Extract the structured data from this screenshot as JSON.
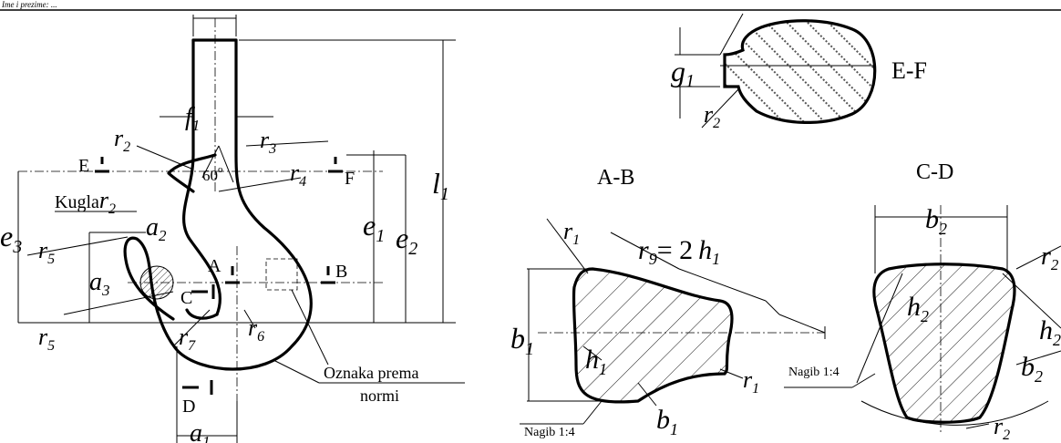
{
  "header": {
    "text": "Ime i prezime: ..."
  },
  "hook": {
    "f1": "f",
    "f1_sub": "1",
    "r2": "r",
    "r2_sub": "2",
    "r3": "r",
    "r3_sub": "3",
    "r4": "r",
    "r4_sub": "4",
    "r5a": "r",
    "r5a_sub": "5",
    "r5b": "r",
    "r5b_sub": "5",
    "r6": "r",
    "r6_sub": "6",
    "r7": "r",
    "r7_sub": "7",
    "l1": "l",
    "l1_sub": "1",
    "e1": "e",
    "e1_sub": "1",
    "e2": "e",
    "e2_sub": "2",
    "e3": "e",
    "e3_sub": "3",
    "a1": "a",
    "a1_sub": "1",
    "a2": "a",
    "a2_sub": "2",
    "a3": "a",
    "a3_sub": "3",
    "angle": "60",
    "deg": "o",
    "kugla": "Kugla",
    "kugla_r": "r",
    "kugla_r_sub": "2",
    "E": "E",
    "F": "F",
    "A": "A",
    "B": "B",
    "C": "C",
    "D": "D",
    "oznaka1": "Oznaka prema",
    "oznaka2": "normi"
  },
  "section_ef": {
    "title": "E-F",
    "g1": "g",
    "g1_sub": "1",
    "r2": "r",
    "r2_sub": "2"
  },
  "section_ab": {
    "title": "A-B",
    "r1a": "r",
    "r1a_sub": "1",
    "r1b": "r",
    "r1b_sub": "1",
    "r9": "r",
    "r9_sub": "9",
    "r9_eq": "= 2",
    "r9_h": "h",
    "r9_h_sub": "1",
    "b1": "b",
    "b1_sub": "1",
    "b1b": "b",
    "b1b_sub": "1",
    "h1": "h",
    "h1_sub": "1",
    "nagib": "Nagib 1:4"
  },
  "section_cd": {
    "title": "C-D",
    "b2": "b",
    "b2_sub": "2",
    "b2b": "b",
    "b2b_sub": "2",
    "r2a": "r",
    "r2a_sub": "2",
    "r2b": "r",
    "r2b_sub": "2",
    "h2a": "h",
    "h2a_sub": "2",
    "h2b": "h",
    "h2b_sub": "2",
    "nagib": "Nagib 1:4"
  }
}
